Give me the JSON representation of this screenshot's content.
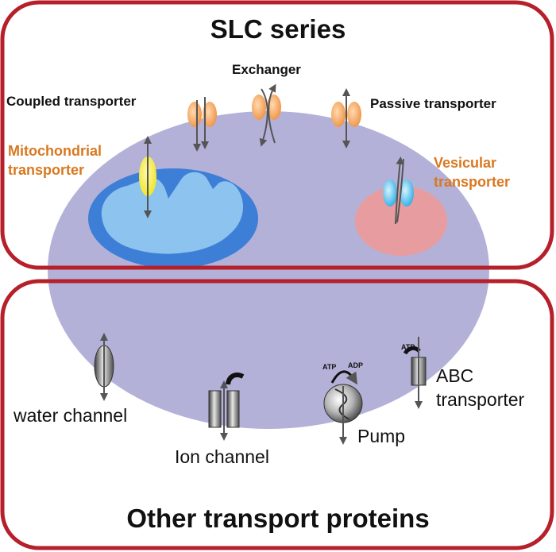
{
  "top_panel": {
    "title": "SLC series",
    "labels": {
      "coupled": "Coupled transporter",
      "exchanger": "Exchanger",
      "passive": "Passive transporter",
      "mito_line1": "Mitochondrial",
      "mito_line2": "transporter",
      "vesicular_line1": "Vesicular",
      "vesicular_line2": "transporter"
    }
  },
  "bottom_panel": {
    "title": "Other transport proteins",
    "labels": {
      "water": "water channel",
      "ion": "Ion channel",
      "pump": "Pump",
      "abc_line1": "ABC",
      "abc_line2": "transporter",
      "atp_pump": "ATP",
      "adp_pump": "ADP",
      "atp_abc": "ATP"
    }
  },
  "colors": {
    "frame": "#b5202a",
    "cell": "#b3b1d8",
    "mito_outer": "#3d7fd6",
    "mito_inner": "#8cc4ef",
    "vesicle": "#e79d9f",
    "orange_label": "#d9781f",
    "slc_protein": "#ee9449",
    "mito_protein": "#f3e63a",
    "vesicle_protein": "#3ab7e8"
  }
}
